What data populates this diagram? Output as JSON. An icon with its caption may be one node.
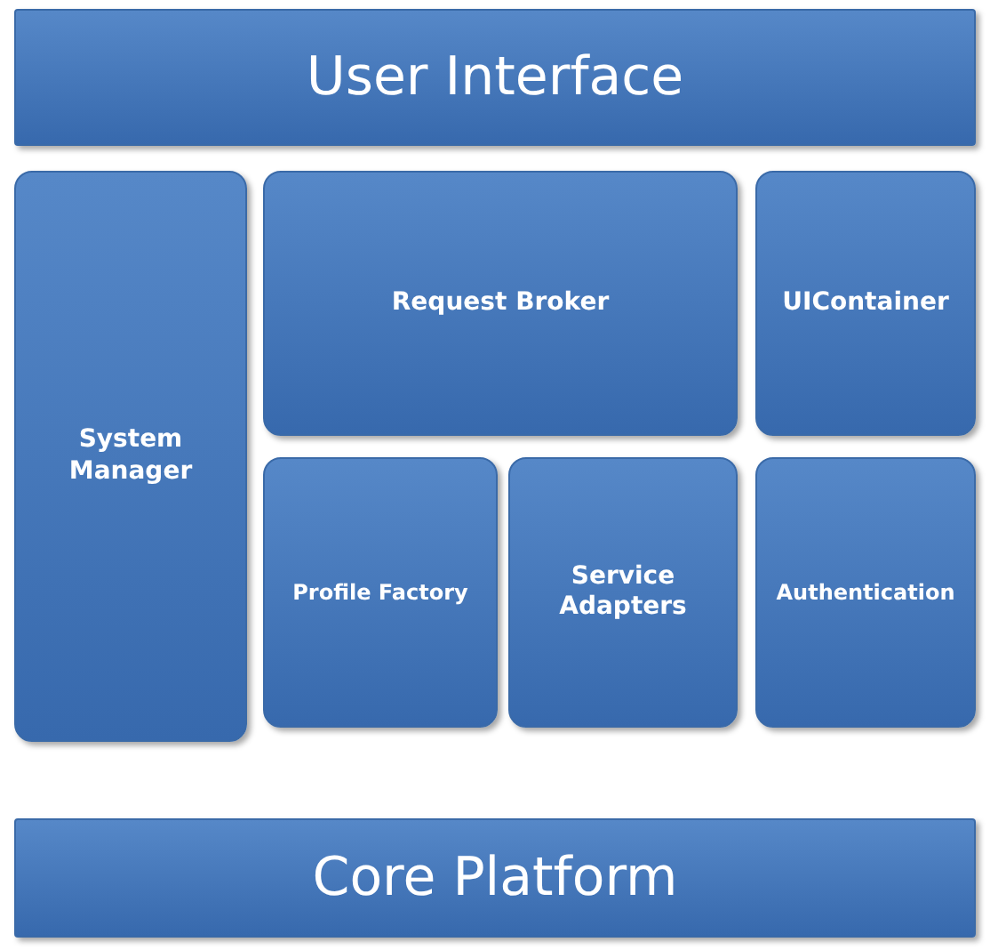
{
  "diagram": {
    "nodes": [
      {
        "text": [
          "User Interface"
        ]
      },
      {
        "text": [
          "System Manager"
        ]
      },
      {
        "text": [
          "Request Broker"
        ]
      },
      {
        "text": [
          "UIContainer"
        ]
      },
      {
        "text": [
          "Profile Factory"
        ]
      },
      {
        "text": [
          "Service Adapters"
        ]
      },
      {
        "text": [
          "Authentication"
        ]
      },
      {
        "text": [
          "Core Platform"
        ]
      }
    ],
    "edges": []
  }
}
